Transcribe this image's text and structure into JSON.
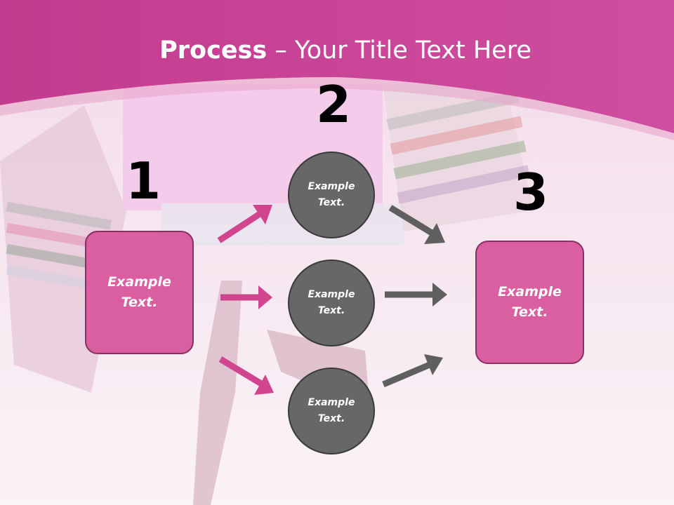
{
  "title": {
    "bold": "Process",
    "rest": " – Your Title Text Here"
  },
  "steps": [
    {
      "number": "1",
      "text": "Example Text."
    },
    {
      "number": "2",
      "items": [
        "Example Text.",
        "Example Text.",
        "Example Text."
      ]
    },
    {
      "number": "3",
      "text": "Example Text."
    }
  ],
  "colors": {
    "header": "#c8449a",
    "box_fill": "#d95fa0",
    "box_border": "#8a2f63",
    "circle_fill": "#676767",
    "pink_arrow": "#d1458f",
    "gray_arrow": "#5f5f5f"
  }
}
